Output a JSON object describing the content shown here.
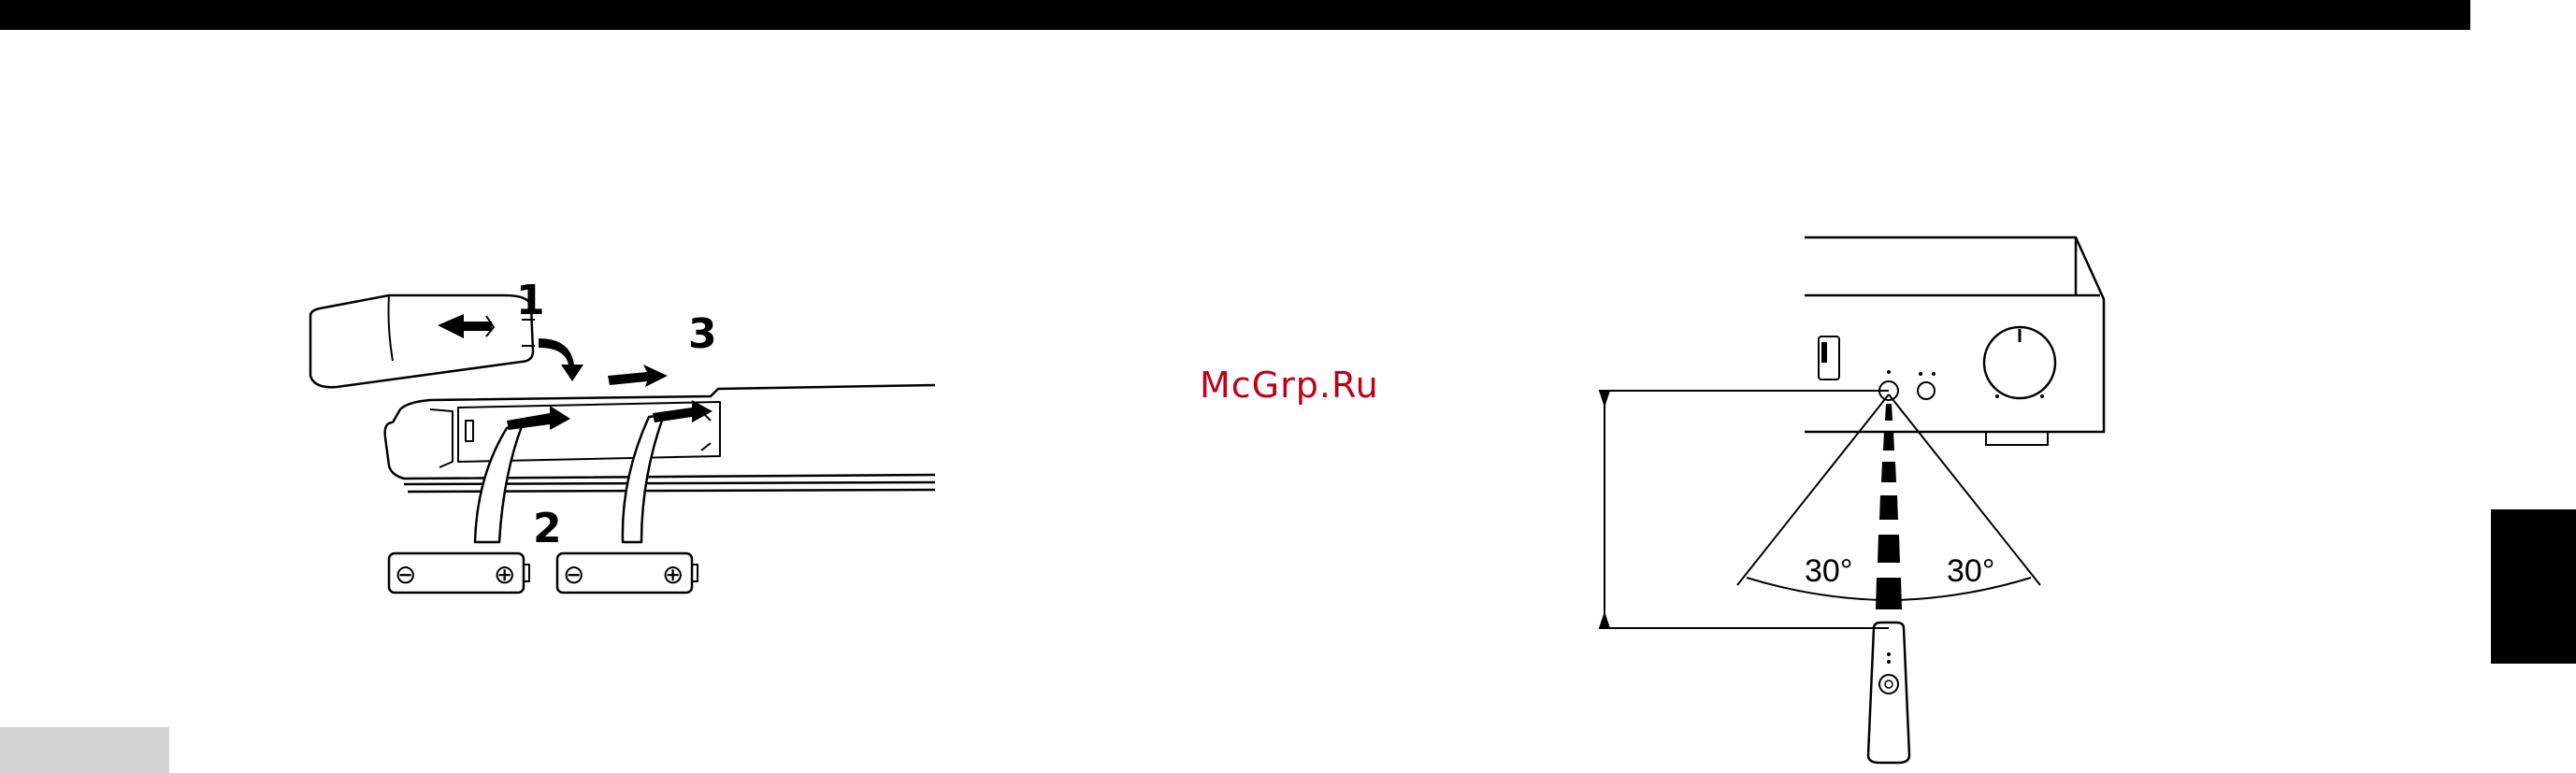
{
  "watermark": {
    "text": "McGrp.Ru",
    "color": "#c00018"
  },
  "battery_figure": {
    "step_1": "1",
    "step_2": "2",
    "step_3": "3",
    "battery_minus": "⊖",
    "battery_plus": "⊕"
  },
  "range_figure": {
    "angle_left": "30°",
    "angle_right": "30°"
  },
  "colors": {
    "bar": "#000000",
    "tab": "#000000",
    "corner": "#d2d2d2"
  }
}
